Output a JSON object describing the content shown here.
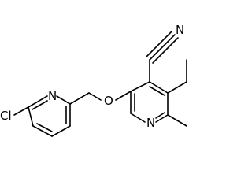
{
  "structure": {
    "atoms": {
      "chlorine": "Cl",
      "nitrogen_chloropyridine": "N",
      "oxygen_ether": "O",
      "nitrogen_pyridine": "N",
      "nitrogen_nitrile": "N"
    },
    "colors": {
      "bond": "#000000",
      "label": "#000000",
      "background": "#ffffff"
    }
  }
}
